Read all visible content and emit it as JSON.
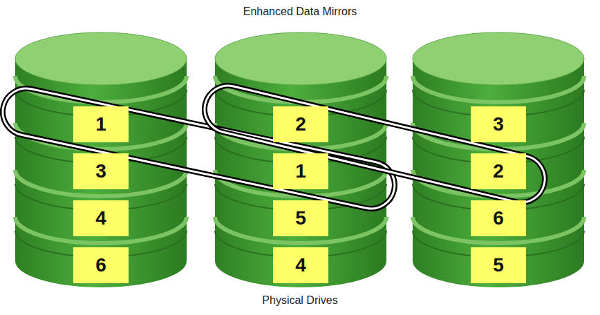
{
  "diagram": {
    "title": "Enhanced Data Mirrors",
    "caption": "Physical Drives",
    "nodes": [
      {
        "text": [
          "1"
        ]
      },
      {
        "text": [
          "2"
        ]
      },
      {
        "text": [
          "3"
        ]
      },
      {
        "text": [
          "3"
        ]
      },
      {
        "text": [
          "1"
        ]
      },
      {
        "text": [
          "2"
        ]
      },
      {
        "text": [
          "4"
        ]
      },
      {
        "text": [
          "5"
        ]
      },
      {
        "text": [
          "6"
        ]
      },
      {
        "text": [
          "6"
        ]
      },
      {
        "text": [
          "4"
        ]
      },
      {
        "text": [
          "5"
        ]
      }
    ]
  }
}
